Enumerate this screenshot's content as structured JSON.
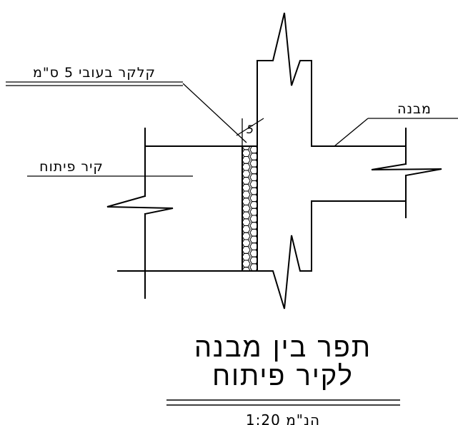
{
  "labels": {
    "insulation": "קלקר בעובי 5 ס\"מ",
    "structure": "מבנה",
    "development_wall": "קיר פיתוח",
    "dimension": "5"
  },
  "title": {
    "line1": "תפר בין מבנה",
    "line2": "לקיר פיתוח"
  },
  "scale": "1:20 הנ\"מ",
  "colors": {
    "ink": "#000000",
    "background": "#ffffff"
  }
}
